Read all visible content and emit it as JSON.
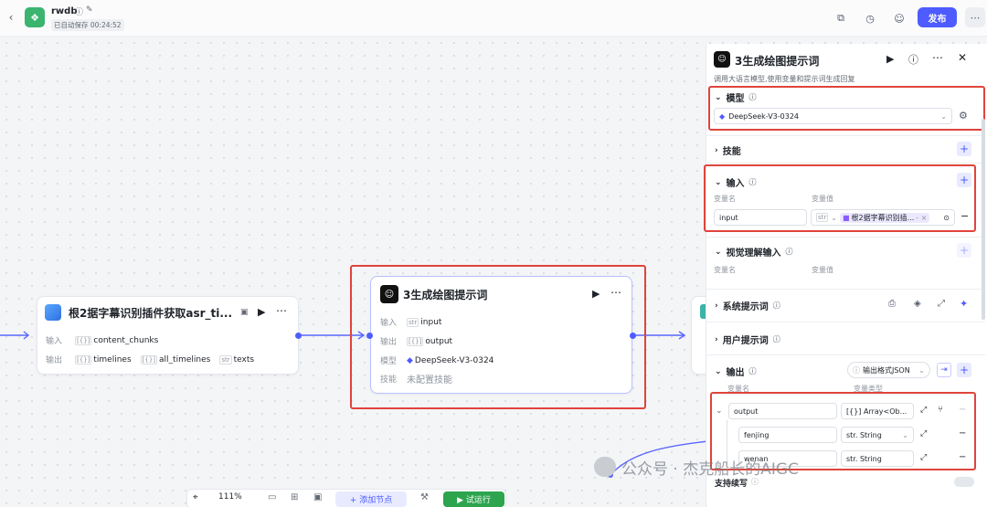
{
  "topbar": {
    "app_name": "rwdb",
    "autosave": "已自动保存 00:24:52",
    "publish_label": "发布"
  },
  "nodes": {
    "left": {
      "title": "根2据字幕识别插件获取asr_ti...",
      "input_label": "输入",
      "inputs": [
        "content_chunks"
      ],
      "output_label": "输出",
      "outputs": [
        "timelines",
        "all_timelines",
        "texts"
      ]
    },
    "center": {
      "title": "3生成绘图提示词",
      "input_label": "输入",
      "input_value": "input",
      "output_label": "输出",
      "output_value": "output",
      "model_label": "模型",
      "model_value": "DeepSeek-V3-0324",
      "skill_label": "技能",
      "skill_value": "未配置技能"
    }
  },
  "toolbar": {
    "zoom": "111%",
    "add_node": "+ 添加节点",
    "run": "▶ 试运行"
  },
  "panel": {
    "title": "3生成绘图提示词",
    "description": "调用大语言模型,使用变量和提示词生成回复",
    "model_section": "模型",
    "model_value": "DeepSeek-V3-0324",
    "skills_section": "技能",
    "input_section": "输入",
    "var_name_header": "变量名",
    "var_value_header": "变量值",
    "input_var_name": "input",
    "input_var_type": "str",
    "input_var_ref": "根2据字幕识别插...",
    "input_var_ref_suffix": "- ×",
    "visual_section": "视觉理解输入",
    "visual_var_name": "变量名",
    "visual_var_value": "变量值",
    "system_prompt": "系统提示词",
    "user_prompt": "用户提示词",
    "output_section": "输出",
    "output_format": "输出格式JSON",
    "out_var_name": "变量名",
    "out_var_type": "变量类型",
    "outputs": [
      {
        "name": "output",
        "type": "[{}] Array<Ob..."
      },
      {
        "name": "fenjing",
        "type": "str. String"
      },
      {
        "name": "wenan",
        "type": "str. String"
      }
    ],
    "streaming": "支持续写"
  },
  "watermark": "公众号 · 杰克船长的AIGC",
  "colors": {
    "accent": "#4e5cff",
    "run_green": "#2da44e",
    "highlight_red": "#e0443b",
    "app_icon_green": "#3bb46f"
  }
}
